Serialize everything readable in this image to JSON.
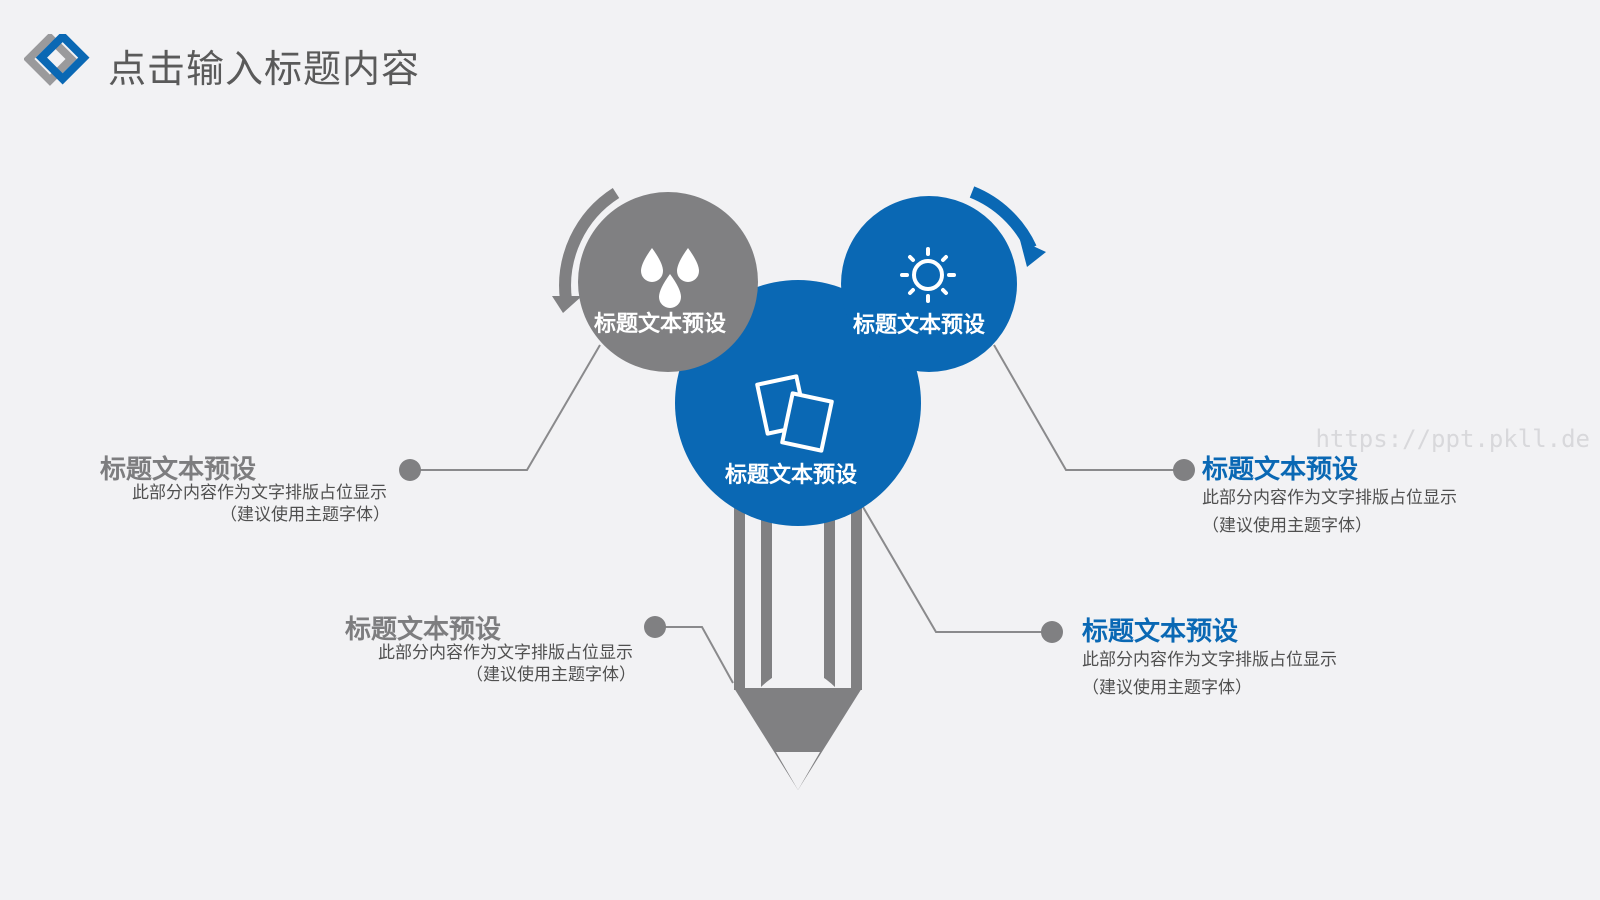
{
  "header": {
    "title": "点击输入标题内容",
    "logo_icon": "double-diamond-logo"
  },
  "colors": {
    "blue": "#0a68b4",
    "gray": "#808082",
    "background": "#f2f2f4"
  },
  "circles": {
    "left": {
      "label": "标题文本预设",
      "icon": "water-drops-icon"
    },
    "center": {
      "label": "标题文本预设",
      "icon": "documents-icon"
    },
    "right": {
      "label": "标题文本预设",
      "icon": "sun-icon"
    }
  },
  "items": {
    "left_top": {
      "title": "标题文本预设",
      "line1": "此部分内容作为文字排版占位显示",
      "line2": "（建议使用主题字体）"
    },
    "left_bottom": {
      "title": "标题文本预设",
      "line1": "此部分内容作为文字排版占位显示",
      "line2": "（建议使用主题字体）"
    },
    "right_top": {
      "title": "标题文本预设",
      "line1": "此部分内容作为文字排版占位显示",
      "line2": "（建议使用主题字体）"
    },
    "right_bottom": {
      "title": "标题文本预设",
      "line1": "此部分内容作为文字排版占位显示",
      "line2": "（建议使用主题字体）"
    }
  },
  "watermark": "https://ppt.pkll.de"
}
